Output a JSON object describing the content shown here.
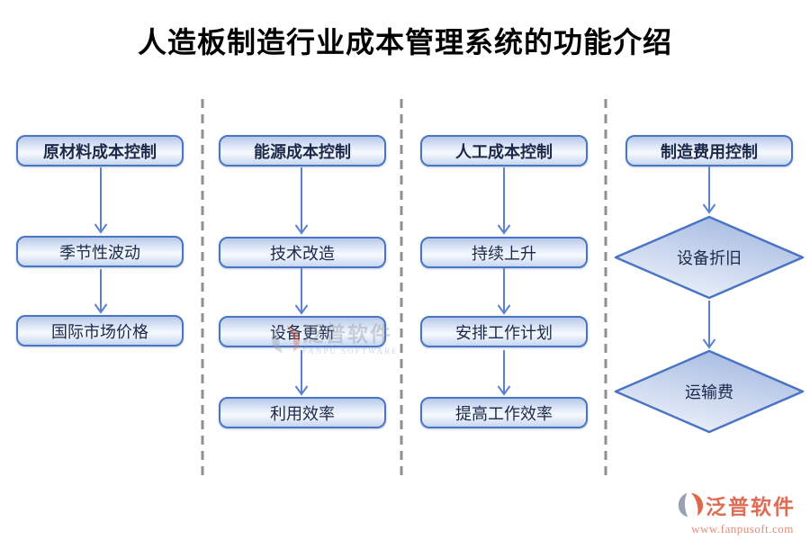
{
  "title": "人造板制造行业成本管理系统的功能介绍",
  "colors": {
    "box_border": "#4a74c4",
    "box_fill_top": "#b7c9e9",
    "box_fill_bottom": "#c7d6f0",
    "arrow": "#5b82d2",
    "separator": "#8f8f8f",
    "node_text": "#1b2a4a",
    "logo_accent": "#df6c55",
    "logo_icon_gray": "#99a0b2",
    "logo_icon_orange": "#e2674a"
  },
  "columns": [
    {
      "header": "原材料成本控制",
      "shape": "rounded",
      "steps": [
        "季节性波动",
        "国际市场价格"
      ]
    },
    {
      "header": "能源成本控制",
      "shape": "rounded",
      "steps": [
        "技术改造",
        "设备更新",
        "利用效率"
      ]
    },
    {
      "header": "人工成本控制",
      "shape": "rounded",
      "steps": [
        "持续上升",
        "安排工作计划",
        "提高工作效率"
      ]
    },
    {
      "header": "制造费用控制",
      "shape": "diamond",
      "steps": [
        "设备折旧",
        "运输费"
      ]
    }
  ],
  "watermark": {
    "name": "泛普软件",
    "subtitle": "FANPU SOFTWARE"
  },
  "footer_logo": {
    "name": "泛普软件",
    "url": "www.fanpusoft.com"
  }
}
